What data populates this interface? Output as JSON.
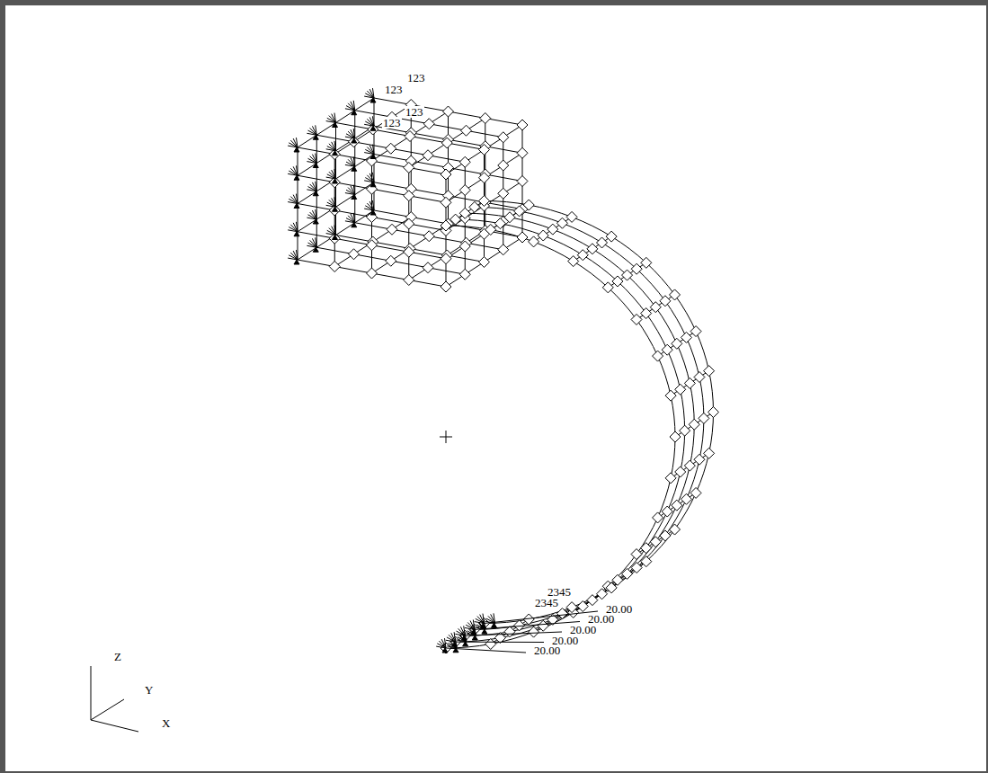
{
  "diagram": {
    "labels": [
      "123",
      "123",
      "123",
      "123",
      "2345",
      "2345",
      "20.00",
      "20.00",
      "20.00",
      "20.00",
      "20.00",
      "Z",
      "Y",
      "X"
    ]
  }
}
